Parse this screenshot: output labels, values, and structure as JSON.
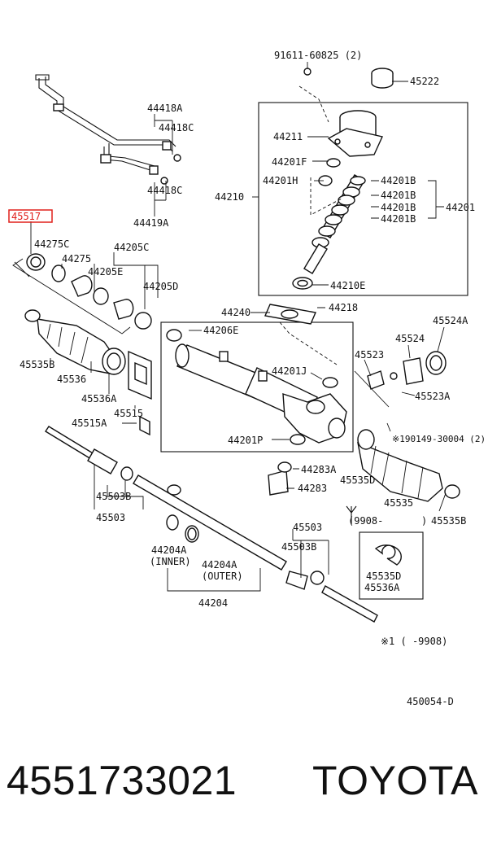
{
  "diagram": {
    "highlight_color": "#e0201b",
    "highlight_label": "45517",
    "labels": {
      "l91611": "91611-60825 (2)",
      "l45222": "45222",
      "l44418A": "44418A",
      "l44418C_1": "44418C",
      "l44418C_2": "44418C",
      "l44419A": "44419A",
      "l44211": "44211",
      "l44201F": "44201F",
      "l44201H": "44201H",
      "l44210": "44210",
      "l44201B_1": "44201B",
      "l44201B_2": "44201B",
      "l44201B_3": "44201B",
      "l44201B_4": "44201B",
      "l44201": "44201",
      "l44210E": "44210E",
      "l44275C": "44275C",
      "l44275": "44275",
      "l44205C": "44205C",
      "l44205E": "44205E",
      "l44205D": "44205D",
      "l44240": "44240",
      "l44218": "44218",
      "l44206E": "44206E",
      "l45535B_1": "45535B",
      "l45536": "45536",
      "l45536A": "45536A",
      "l45515": "45515",
      "l45515A": "45515A",
      "l44201J": "44201J",
      "l45523": "45523",
      "l45524": "45524",
      "l45524A": "45524A",
      "l45523A": "45523A",
      "l44201P": "44201P",
      "l190149": "※190149-30004 (2)",
      "l44283A": "44283A",
      "l44283": "44283",
      "l45535D_1": "45535D",
      "l45535": "45535",
      "l45535B_2": "45535B",
      "l9908": "(9908-",
      "l9908b": ")",
      "l45503B_1": "45503B",
      "l45503_1": "45503",
      "l45503_2": "45503",
      "l45503B_2": "45503B",
      "l44204A_1": "44204A",
      "lINNER": "(INNER)",
      "l44204A_2": "44204A",
      "lOUTER": "(OUTER)",
      "l44204": "44204",
      "l45535D_2": "45535D",
      "l45536A_2": "45536A",
      "lnote": "※1 (      -9908)",
      "lref": "450054-D"
    }
  },
  "footer": {
    "part_number": "4551733021",
    "brand": "TOYOTA"
  }
}
